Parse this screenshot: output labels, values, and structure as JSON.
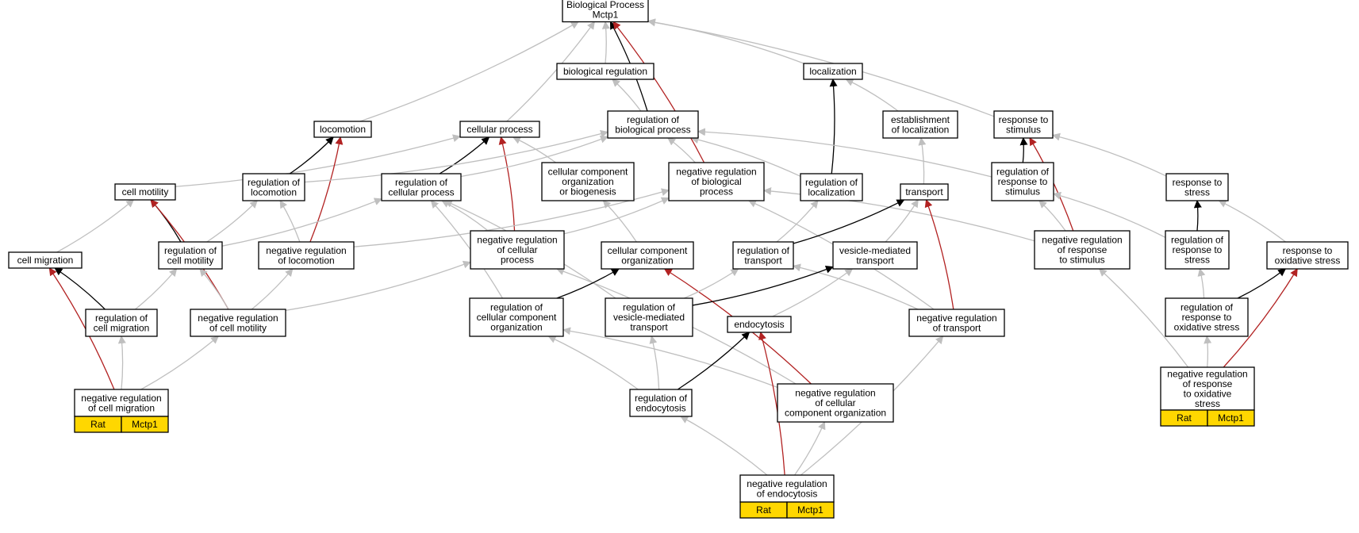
{
  "colors": {
    "is_a": "#bfbfbf",
    "part_of": "#000000",
    "regulates": "#b22222",
    "annotation_tag": "#ffd700"
  },
  "nodes": {
    "bp": [
      "Biological Process",
      "Mctp1"
    ],
    "biological_regulation": [
      "biological regulation"
    ],
    "localization": [
      "localization"
    ],
    "locomotion": [
      "locomotion"
    ],
    "cellular_process": [
      "cellular process"
    ],
    "regulation_of_biological_process": [
      "regulation of",
      "biological process"
    ],
    "establishment_of_localization": [
      "establishment",
      "of localization"
    ],
    "response_to_stimulus": [
      "response to",
      "stimulus"
    ],
    "cell_motility": [
      "cell motility"
    ],
    "regulation_of_locomotion": [
      "regulation of",
      "locomotion"
    ],
    "regulation_of_cellular_process": [
      "regulation of",
      "cellular process"
    ],
    "cellular_component_organization_or_biogenesis": [
      "cellular component",
      "organization",
      "or biogenesis"
    ],
    "negative_regulation_of_biological_process": [
      "negative regulation",
      "of biological",
      "process"
    ],
    "regulation_of_localization": [
      "regulation of",
      "localization"
    ],
    "transport": [
      "transport"
    ],
    "regulation_of_response_to_stimulus": [
      "regulation of",
      "response to",
      "stimulus"
    ],
    "response_to_stress": [
      "response to",
      "stress"
    ],
    "cell_migration": [
      "cell migration"
    ],
    "regulation_of_cell_motility": [
      "regulation of",
      "cell motility"
    ],
    "negative_regulation_of_locomotion": [
      "negative regulation",
      "of locomotion"
    ],
    "negative_regulation_of_cellular_process": [
      "negative regulation",
      "of cellular",
      "process"
    ],
    "cellular_component_organization": [
      "cellular component",
      "organization"
    ],
    "regulation_of_transport": [
      "regulation of",
      "transport"
    ],
    "vesicle_mediated_transport": [
      "vesicle-mediated",
      "transport"
    ],
    "negative_regulation_of_response_to_stimulus": [
      "negative regulation",
      "of response",
      "to stimulus"
    ],
    "regulation_of_response_to_stress": [
      "regulation of",
      "response to",
      "stress"
    ],
    "response_to_oxidative_stress": [
      "response to",
      "oxidative stress"
    ],
    "regulation_of_cell_migration": [
      "regulation of",
      "cell migration"
    ],
    "negative_regulation_of_cell_motility": [
      "negative regulation",
      "of cell motility"
    ],
    "regulation_of_cellular_component_organization": [
      "regulation of",
      "cellular component",
      "organization"
    ],
    "regulation_of_vesicle_mediated_transport": [
      "regulation of",
      "vesicle-mediated",
      "transport"
    ],
    "endocytosis": [
      "endocytosis"
    ],
    "negative_regulation_of_transport": [
      "negative regulation",
      "of transport"
    ],
    "regulation_of_response_to_oxidative_stress": [
      "regulation of",
      "response to",
      "oxidative stress"
    ],
    "negative_regulation_of_cell_migration": [
      "negative regulation",
      "of cell migration"
    ],
    "regulation_of_endocytosis": [
      "regulation of",
      "endocytosis"
    ],
    "negative_regulation_of_cellular_component_organization": [
      "negative regulation",
      "of cellular",
      "component organization"
    ],
    "negative_regulation_of_response_to_oxidative_stress": [
      "negative regulation",
      "of response",
      "to oxidative",
      "stress"
    ],
    "negative_regulation_of_endocytosis": [
      "negative regulation",
      "of endocytosis"
    ]
  },
  "annotations": [
    {
      "node": "negative_regulation_of_cell_migration",
      "labels": [
        "Rat",
        "Mctp1"
      ]
    },
    {
      "node": "negative_regulation_of_response_to_oxidative_stress",
      "labels": [
        "Rat",
        "Mctp1"
      ]
    },
    {
      "node": "negative_regulation_of_endocytosis",
      "labels": [
        "Rat",
        "Mctp1"
      ]
    }
  ],
  "edges": [
    {
      "from": "biological_regulation",
      "to": "bp",
      "type": "is_a"
    },
    {
      "from": "localization",
      "to": "bp",
      "type": "is_a"
    },
    {
      "from": "locomotion",
      "to": "bp",
      "type": "is_a"
    },
    {
      "from": "cellular_process",
      "to": "bp",
      "type": "is_a"
    },
    {
      "from": "regulation_of_biological_process",
      "to": "bp",
      "type": "part_of"
    },
    {
      "from": "negative_regulation_of_biological_process",
      "to": "bp",
      "type": "regulates"
    },
    {
      "from": "response_to_stimulus",
      "to": "bp",
      "type": "is_a"
    },
    {
      "from": "regulation_of_biological_process",
      "to": "biological_regulation",
      "type": "is_a"
    },
    {
      "from": "establishment_of_localization",
      "to": "localization",
      "type": "is_a"
    },
    {
      "from": "regulation_of_localization",
      "to": "localization",
      "type": "part_of"
    },
    {
      "from": "cell_motility",
      "to": "cellular_process",
      "type": "is_a"
    },
    {
      "from": "regulation_of_locomotion",
      "to": "locomotion",
      "type": "part_of"
    },
    {
      "from": "negative_regulation_of_locomotion",
      "to": "locomotion",
      "type": "regulates"
    },
    {
      "from": "regulation_of_cellular_process",
      "to": "cellular_process",
      "type": "part_of"
    },
    {
      "from": "negative_regulation_of_cellular_process",
      "to": "cellular_process",
      "type": "regulates"
    },
    {
      "from": "cellular_component_organization_or_biogenesis",
      "to": "cellular_process",
      "type": "is_a"
    },
    {
      "from": "regulation_of_locomotion",
      "to": "regulation_of_biological_process",
      "type": "is_a"
    },
    {
      "from": "regulation_of_cellular_process",
      "to": "regulation_of_biological_process",
      "type": "is_a"
    },
    {
      "from": "negative_regulation_of_biological_process",
      "to": "regulation_of_biological_process",
      "type": "is_a"
    },
    {
      "from": "regulation_of_localization",
      "to": "regulation_of_biological_process",
      "type": "is_a"
    },
    {
      "from": "regulation_of_response_to_stimulus",
      "to": "regulation_of_biological_process",
      "type": "is_a"
    },
    {
      "from": "transport",
      "to": "establishment_of_localization",
      "type": "is_a"
    },
    {
      "from": "regulation_of_response_to_stimulus",
      "to": "response_to_stimulus",
      "type": "part_of"
    },
    {
      "from": "negative_regulation_of_response_to_stimulus",
      "to": "response_to_stimulus",
      "type": "regulates"
    },
    {
      "from": "response_to_stress",
      "to": "response_to_stimulus",
      "type": "is_a"
    },
    {
      "from": "cell_migration",
      "to": "cell_motility",
      "type": "is_a"
    },
    {
      "from": "regulation_of_cell_motility",
      "to": "cell_motility",
      "type": "part_of"
    },
    {
      "from": "negative_regulation_of_cell_motility",
      "to": "cell_motility",
      "type": "regulates"
    },
    {
      "from": "regulation_of_cell_motility",
      "to": "regulation_of_locomotion",
      "type": "is_a"
    },
    {
      "from": "negative_regulation_of_locomotion",
      "to": "regulation_of_locomotion",
      "type": "is_a"
    },
    {
      "from": "regulation_of_cell_motility",
      "to": "regulation_of_cellular_process",
      "type": "is_a"
    },
    {
      "from": "negative_regulation_of_cellular_process",
      "to": "regulation_of_cellular_process",
      "type": "is_a"
    },
    {
      "from": "regulation_of_cellular_component_organization",
      "to": "regulation_of_cellular_process",
      "type": "is_a"
    },
    {
      "from": "regulation_of_vesicle_mediated_transport",
      "to": "regulation_of_cellular_process",
      "type": "is_a"
    },
    {
      "from": "cellular_component_organization",
      "to": "cellular_component_organization_or_biogenesis",
      "type": "is_a"
    },
    {
      "from": "negative_regulation_of_locomotion",
      "to": "negative_regulation_of_biological_process",
      "type": "is_a"
    },
    {
      "from": "negative_regulation_of_cellular_process",
      "to": "negative_regulation_of_biological_process",
      "type": "is_a"
    },
    {
      "from": "negative_regulation_of_response_to_stimulus",
      "to": "negative_regulation_of_biological_process",
      "type": "is_a"
    },
    {
      "from": "negative_regulation_of_transport",
      "to": "negative_regulation_of_biological_process",
      "type": "is_a"
    },
    {
      "from": "regulation_of_transport",
      "to": "regulation_of_localization",
      "type": "is_a"
    },
    {
      "from": "regulation_of_transport",
      "to": "transport",
      "type": "part_of"
    },
    {
      "from": "vesicle_mediated_transport",
      "to": "transport",
      "type": "is_a"
    },
    {
      "from": "negative_regulation_of_transport",
      "to": "transport",
      "type": "regulates"
    },
    {
      "from": "regulation_of_response_to_stress",
      "to": "regulation_of_response_to_stimulus",
      "type": "is_a"
    },
    {
      "from": "negative_regulation_of_response_to_stimulus",
      "to": "regulation_of_response_to_stimulus",
      "type": "is_a"
    },
    {
      "from": "regulation_of_response_to_stress",
      "to": "response_to_stress",
      "type": "part_of"
    },
    {
      "from": "response_to_oxidative_stress",
      "to": "response_to_stress",
      "type": "is_a"
    },
    {
      "from": "regulation_of_cell_migration",
      "to": "cell_migration",
      "type": "part_of"
    },
    {
      "from": "negative_regulation_of_cell_migration",
      "to": "cell_migration",
      "type": "regulates"
    },
    {
      "from": "regulation_of_cell_migration",
      "to": "regulation_of_cell_motility",
      "type": "is_a"
    },
    {
      "from": "negative_regulation_of_cell_motility",
      "to": "regulation_of_cell_motility",
      "type": "is_a"
    },
    {
      "from": "negative_regulation_of_cell_motility",
      "to": "negative_regulation_of_locomotion",
      "type": "is_a"
    },
    {
      "from": "negative_regulation_of_cell_motility",
      "to": "negative_regulation_of_cellular_process",
      "type": "is_a"
    },
    {
      "from": "negative_regulation_of_cellular_component_organization",
      "to": "negative_regulation_of_cellular_process",
      "type": "is_a"
    },
    {
      "from": "regulation_of_cellular_component_organization",
      "to": "cellular_component_organization",
      "type": "part_of"
    },
    {
      "from": "negative_regulation_of_cellular_component_organization",
      "to": "cellular_component_organization",
      "type": "regulates"
    },
    {
      "from": "regulation_of_vesicle_mediated_transport",
      "to": "regulation_of_transport",
      "type": "is_a"
    },
    {
      "from": "negative_regulation_of_transport",
      "to": "regulation_of_transport",
      "type": "is_a"
    },
    {
      "from": "regulation_of_vesicle_mediated_transport",
      "to": "vesicle_mediated_transport",
      "type": "part_of"
    },
    {
      "from": "endocytosis",
      "to": "vesicle_mediated_transport",
      "type": "is_a"
    },
    {
      "from": "negative_regulation_of_response_to_oxidative_stress",
      "to": "negative_regulation_of_response_to_stimulus",
      "type": "is_a"
    },
    {
      "from": "regulation_of_response_to_oxidative_stress",
      "to": "regulation_of_response_to_stress",
      "type": "is_a"
    },
    {
      "from": "regulation_of_response_to_oxidative_stress",
      "to": "response_to_oxidative_stress",
      "type": "part_of"
    },
    {
      "from": "negative_regulation_of_response_to_oxidative_stress",
      "to": "response_to_oxidative_stress",
      "type": "regulates"
    },
    {
      "from": "negative_regulation_of_cell_migration",
      "to": "regulation_of_cell_migration",
      "type": "is_a"
    },
    {
      "from": "negative_regulation_of_cell_migration",
      "to": "negative_regulation_of_cell_motility",
      "type": "is_a"
    },
    {
      "from": "regulation_of_endocytosis",
      "to": "regulation_of_cellular_component_organization",
      "type": "is_a"
    },
    {
      "from": "negative_regulation_of_cellular_component_organization",
      "to": "regulation_of_cellular_component_organization",
      "type": "is_a"
    },
    {
      "from": "regulation_of_endocytosis",
      "to": "regulation_of_vesicle_mediated_transport",
      "type": "is_a"
    },
    {
      "from": "regulation_of_endocytosis",
      "to": "endocytosis",
      "type": "part_of"
    },
    {
      "from": "negative_regulation_of_endocytosis",
      "to": "endocytosis",
      "type": "regulates"
    },
    {
      "from": "negative_regulation_of_endocytosis",
      "to": "negative_regulation_of_transport",
      "type": "is_a"
    },
    {
      "from": "negative_regulation_of_response_to_oxidative_stress",
      "to": "regulation_of_response_to_oxidative_stress",
      "type": "is_a"
    },
    {
      "from": "negative_regulation_of_endocytosis",
      "to": "regulation_of_endocytosis",
      "type": "is_a"
    },
    {
      "from": "negative_regulation_of_endocytosis",
      "to": "negative_regulation_of_cellular_component_organization",
      "type": "is_a"
    }
  ]
}
